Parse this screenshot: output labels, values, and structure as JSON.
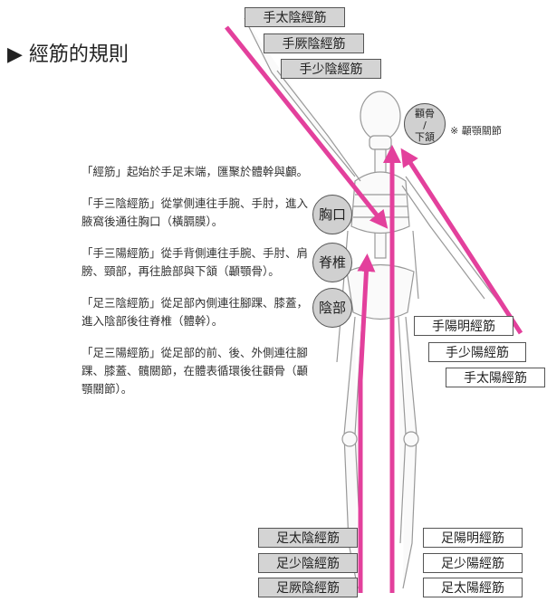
{
  "title": "經筋的規則",
  "title_marker": "▶",
  "description": [
    "「經筋」起始於手足末端，匯聚於體幹與顱。",
    "「手三陰經筋」從掌側連往手腕、手肘，進入腋窩後通往胸口（橫膈膜）。",
    "「手三陽經筋」從手背側連往手腕、手肘、肩膀、頸部，再往臉部與下頷（顳顎骨）。",
    "「足三陰經筋」從足部內側連往腳踝、膝蓋，進入陰部後往脊椎（體幹）。",
    "「足三陽經筋」從足部的前、後、外側連往腳踝、膝蓋、髖關節，在體表循環後往顴骨（顳顎關節）。"
  ],
  "hand_yin": [
    "手太陰經筋",
    "手厥陰經筋",
    "手少陰經筋"
  ],
  "hand_yang": [
    "手陽明經筋",
    "手少陽經筋",
    "手太陽經筋"
  ],
  "foot_yin": [
    "足太陰經筋",
    "足少陰經筋",
    "足厥陰經筋"
  ],
  "foot_yang": [
    "足陽明經筋",
    "足少陽經筋",
    "足太陽經筋"
  ],
  "targets": {
    "chest": "胸口",
    "spine": "脊椎",
    "genital": "陰部",
    "jaw_top": "顴骨",
    "jaw_sep": "/",
    "jaw_bottom": "下頷"
  },
  "note": "※ 顳顎關節",
  "colors": {
    "arrow": "#e3409c",
    "bone": "#999999"
  }
}
